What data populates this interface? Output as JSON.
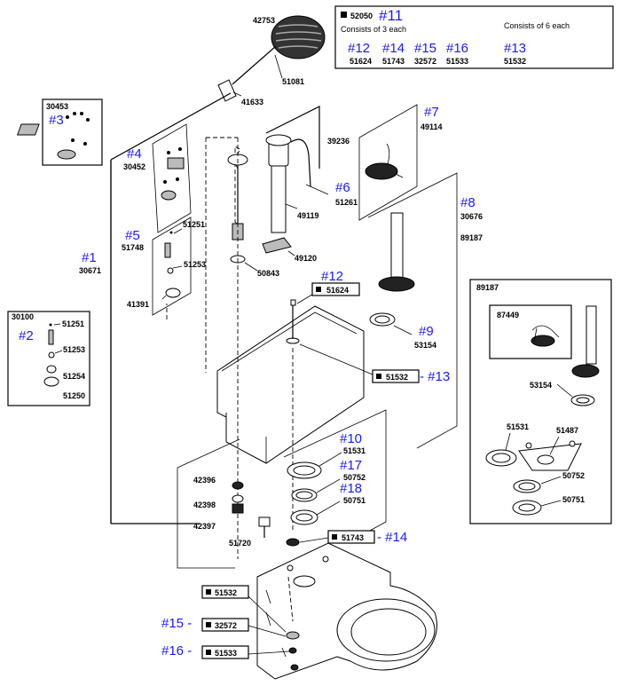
{
  "kit_box": {
    "kit_part": "52050",
    "kit_ref": "#11",
    "three_label": "Consists of 3 each",
    "six_label": "Consists of 6 each",
    "refs": [
      "#12",
      "#14",
      "#15",
      "#16",
      "#13"
    ],
    "parts": [
      "51624",
      "51743",
      "32572",
      "51533",
      "51532"
    ]
  },
  "ref_labels": {
    "r1": "#1",
    "r2": "#2",
    "r3": "#3",
    "r4": "#4",
    "r5": "#5",
    "r6": "#6",
    "r7": "#7",
    "r8": "#8",
    "r9": "#9",
    "r10": "#10",
    "r12": "#12",
    "r13": "- #13",
    "r14": "- #14",
    "r15": "#15 -",
    "r16": "#16 -",
    "r17": "#17",
    "r18": "#18"
  },
  "part_numbers": {
    "p42753": "42753",
    "p51081": "51081",
    "p41633": "41633",
    "p30453": "30453",
    "p30452": "30452",
    "p51251a": "51251",
    "p51748": "51748",
    "p51253a": "51253",
    "p41391": "41391",
    "p30671": "30671",
    "p30100": "30100",
    "p51251b": "51251",
    "p51253b": "51253",
    "p51254": "51254",
    "p51250": "51250",
    "p39236": "39236",
    "p51261": "51261",
    "p49119": "49119",
    "p49120": "49120",
    "p50843": "50843",
    "p49114": "49114",
    "p30676": "30676",
    "p89187a": "89187",
    "p53154a": "53154",
    "p51531a": "51531",
    "p50752a": "50752",
    "p50751a": "50751",
    "p42396": "42396",
    "p42398": "42398",
    "p42397": "42397",
    "p51720": "51720",
    "p89187b": "89187",
    "p87449": "87449",
    "p53154b": "53154",
    "p51531b": "51531",
    "p51487": "51487",
    "p50752b": "50752",
    "p50751b": "50751"
  },
  "boxed_parts": {
    "b51624": "51624",
    "b51532a": "51532",
    "b51743": "51743",
    "b51532b": "51532",
    "b32572": "32572",
    "b51533": "51533"
  }
}
